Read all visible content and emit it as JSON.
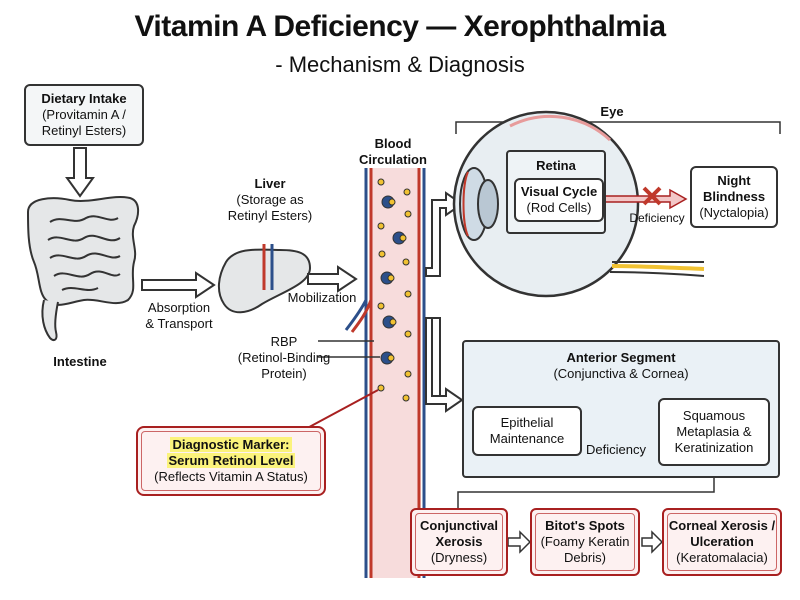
{
  "title": "Vitamin A Deficiency — Xerophthalmia",
  "subtitle": "- Mechanism & Diagnosis",
  "dietary": {
    "title": "Dietary Intake",
    "line1": "(Provitamin A /",
    "line2": "Retinyl Esters)"
  },
  "intestine": {
    "label": "Intestine"
  },
  "absorption": {
    "line1": "Absorption",
    "line2": "& Transport"
  },
  "liver": {
    "title": "Liver",
    "line1": "(Storage as",
    "line2": "Retinyl Esters)"
  },
  "mobilization": "Mobilization",
  "blood": {
    "line1": "Blood",
    "line2": "Circulation"
  },
  "rbp": {
    "line1": "RBP",
    "line2": "(Retinol-Binding",
    "line3": "Protein)"
  },
  "diagnostic": {
    "line1": "Diagnostic Marker:",
    "line2": "Serum Retinol Level",
    "line3": "(Reflects Vitamin A Status)"
  },
  "eye": {
    "label": "Eye",
    "retina": "Retina",
    "visual_cycle": {
      "title": "Visual Cycle",
      "sub": "(Rod Cells)"
    },
    "deficiency": "Deficiency",
    "night_blindness": {
      "line1": "Night",
      "line2": "Blindness",
      "sub": "(Nyctalopia)"
    }
  },
  "anterior": {
    "title": "Anterior Segment",
    "sub": "(Conjunctiva & Cornea)",
    "epithelial": {
      "line1": "Epithelial",
      "line2": "Maintenance"
    },
    "deficiency": "Deficiency",
    "squamous": {
      "line1": "Squamous",
      "line2": "Metaplasia &",
      "line3": "Keratinization"
    }
  },
  "stages": [
    {
      "line1": "Conjunctival",
      "line2": "Xerosis",
      "sub": "(Dryness)"
    },
    {
      "line1": "Bitot's Spots",
      "line2": "(Foamy Keratin",
      "sub": "Debris)"
    },
    {
      "line1": "Corneal Xerosis /",
      "line2": "Ulceration",
      "sub": "(Keratomalacia)"
    }
  ],
  "colors": {
    "red": "#a82020",
    "blood_fill": "#f7dcdc",
    "vessel_red": "#c0392b",
    "vessel_blue": "#2c4f8a",
    "highlight": "#fbf37c"
  }
}
